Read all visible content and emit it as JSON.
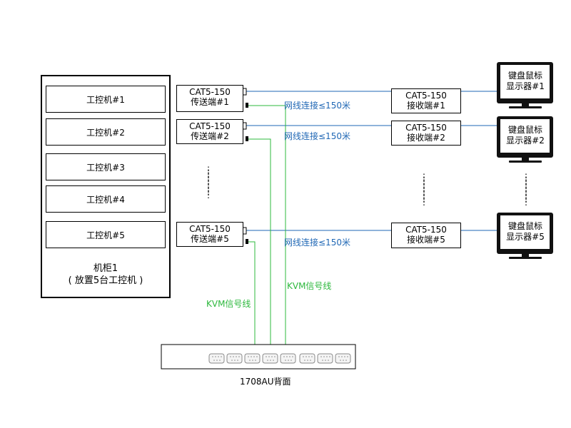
{
  "colors": {
    "network_line": "#1f67b5",
    "kvm_line": "#2db83d",
    "outline": "#000000"
  },
  "cabinet": {
    "slots": [
      "工控机#1",
      "工控机#2",
      "工控机#3",
      "工控机#4",
      "工控机#5"
    ],
    "label_line1": "机柜1",
    "label_line2": "( 放置5台工控机 )"
  },
  "senders": [
    {
      "model": "CAT5-150",
      "name": "传送端#1"
    },
    {
      "model": "CAT5-150",
      "name": "传送端#2"
    },
    {
      "model": "CAT5-150",
      "name": "传送端#5"
    }
  ],
  "receivers": [
    {
      "model": "CAT5-150",
      "name": "接收端#1"
    },
    {
      "model": "CAT5-150",
      "name": "接收端#2"
    },
    {
      "model": "CAT5-150",
      "name": "接收端#5"
    }
  ],
  "monitors": [
    {
      "line1": "键盘鼠标",
      "line2": "显示器#1"
    },
    {
      "line1": "键盘鼠标",
      "line2": "显示器#2"
    },
    {
      "line1": "键盘鼠标",
      "line2": "显示器#5"
    }
  ],
  "network_labels": [
    "网线连接≤150米",
    "网线连接≤150米",
    "网线连接≤150米"
  ],
  "kvm_labels": [
    "KVM信号线",
    "KVM信号线"
  ],
  "kvm_switch": {
    "label": "1708AU背面"
  },
  "ellipsis": "⋮"
}
